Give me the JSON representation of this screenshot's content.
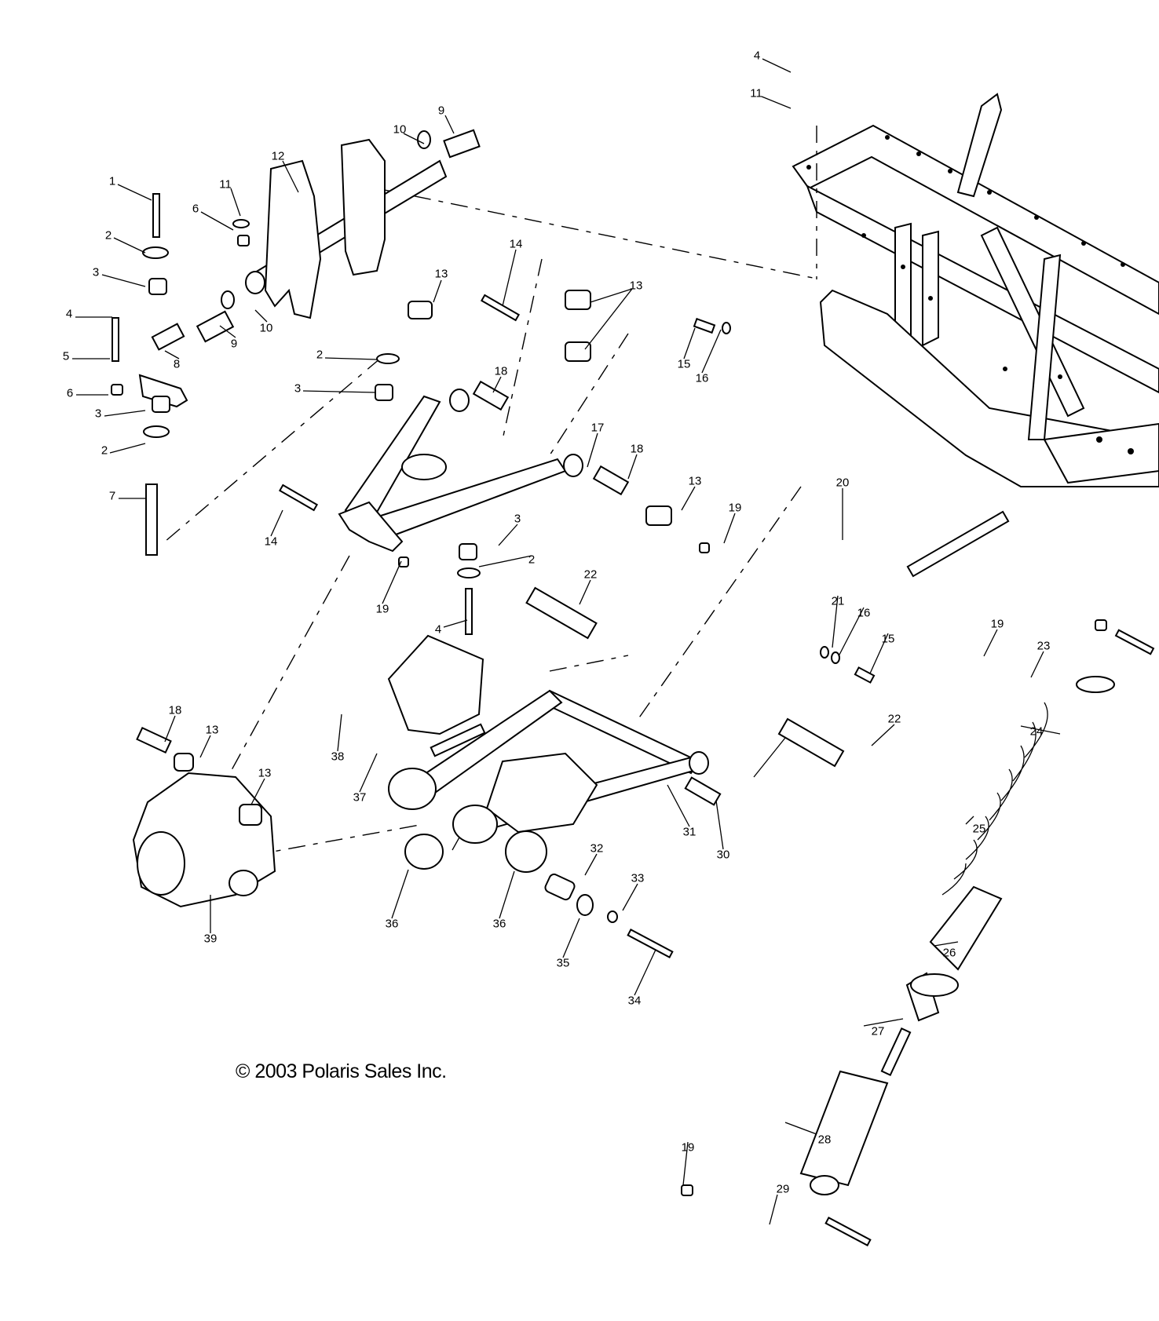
{
  "diagram": {
    "title": "Front Suspension Exploded View",
    "copyright": "© 2003 Polaris Sales Inc.",
    "background_color": "#ffffff",
    "line_color": "#000000"
  },
  "callouts": [
    {
      "id": "c1",
      "label": "1",
      "part": "bolt"
    },
    {
      "id": "c2a",
      "label": "2",
      "part": "washer"
    },
    {
      "id": "c3a",
      "label": "3",
      "part": "bushing"
    },
    {
      "id": "c4a",
      "label": "4",
      "part": "bolt"
    },
    {
      "id": "c5",
      "label": "5",
      "part": "bracket"
    },
    {
      "id": "c6a",
      "label": "6",
      "part": "nut"
    },
    {
      "id": "c3b",
      "label": "3",
      "part": "bushing"
    },
    {
      "id": "c2b",
      "label": "2",
      "part": "washer"
    },
    {
      "id": "c7",
      "label": "7",
      "part": "sleeve"
    },
    {
      "id": "c8",
      "label": "8",
      "part": "pin"
    },
    {
      "id": "c9a",
      "label": "9",
      "part": "bushing"
    },
    {
      "id": "c10a",
      "label": "10",
      "part": "seal"
    },
    {
      "id": "c6b",
      "label": "6",
      "part": "nut"
    },
    {
      "id": "c11a",
      "label": "11",
      "part": "washer"
    },
    {
      "id": "c12",
      "label": "12",
      "part": "stabilizer bar assembly"
    },
    {
      "id": "c10b",
      "label": "10",
      "part": "seal"
    },
    {
      "id": "c9b",
      "label": "9",
      "part": "bushing"
    },
    {
      "id": "c13a",
      "label": "13",
      "part": "bushing"
    },
    {
      "id": "c14a",
      "label": "14",
      "part": "bolt"
    },
    {
      "id": "c13b",
      "label": "13",
      "part": "bushing"
    },
    {
      "id": "c2c",
      "label": "2",
      "part": "washer"
    },
    {
      "id": "c3c",
      "label": "3",
      "part": "bushing"
    },
    {
      "id": "c18a",
      "label": "18",
      "part": "sleeve"
    },
    {
      "id": "c17",
      "label": "17",
      "part": "upper A-arm"
    },
    {
      "id": "c18b",
      "label": "18",
      "part": "sleeve"
    },
    {
      "id": "c14b",
      "label": "14",
      "part": "bolt"
    },
    {
      "id": "c13c",
      "label": "13",
      "part": "bushing"
    },
    {
      "id": "c19a",
      "label": "19",
      "part": "nut"
    },
    {
      "id": "c3d",
      "label": "3",
      "part": "bushing"
    },
    {
      "id": "c2d",
      "label": "2",
      "part": "washer"
    },
    {
      "id": "c19b",
      "label": "19",
      "part": "nut"
    },
    {
      "id": "c4b",
      "label": "4",
      "part": "bolt"
    },
    {
      "id": "c22a",
      "label": "22",
      "part": "pivot tube"
    },
    {
      "id": "c15a",
      "label": "15",
      "part": "bolt"
    },
    {
      "id": "c16a",
      "label": "16",
      "part": "washer"
    },
    {
      "id": "c4c",
      "label": "4",
      "part": "bolt"
    },
    {
      "id": "c11b",
      "label": "11",
      "part": "washer"
    },
    {
      "id": "c20",
      "label": "20",
      "part": "bracket strip"
    },
    {
      "id": "c21",
      "label": "21",
      "part": "washer"
    },
    {
      "id": "c16b",
      "label": "16",
      "part": "washer"
    },
    {
      "id": "c15b",
      "label": "15",
      "part": "bolt"
    },
    {
      "id": "c19c",
      "label": "19",
      "part": "nut"
    },
    {
      "id": "c23",
      "label": "23",
      "part": "bolt"
    },
    {
      "id": "c24",
      "label": "24",
      "part": "spring retainer"
    },
    {
      "id": "c25",
      "label": "25",
      "part": "spring"
    },
    {
      "id": "c26",
      "label": "26",
      "part": "bump stop"
    },
    {
      "id": "c27",
      "label": "27",
      "part": "spring seat"
    },
    {
      "id": "c28",
      "label": "28",
      "part": "shock absorber"
    },
    {
      "id": "c29",
      "label": "29",
      "part": "bolt"
    },
    {
      "id": "c19d",
      "label": "19",
      "part": "nut"
    },
    {
      "id": "c18c",
      "label": "18",
      "part": "sleeve"
    },
    {
      "id": "c13d",
      "label": "13",
      "part": "bushing"
    },
    {
      "id": "c13e",
      "label": "13",
      "part": "bushing"
    },
    {
      "id": "c38",
      "label": "38",
      "part": "screw"
    },
    {
      "id": "c37",
      "label": "37",
      "part": "guard"
    },
    {
      "id": "c39",
      "label": "39",
      "part": "hub/knuckle"
    },
    {
      "id": "c36a",
      "label": "36",
      "part": "bushing"
    },
    {
      "id": "c36b",
      "label": "36",
      "part": "bushing"
    },
    {
      "id": "c32",
      "label": "32",
      "part": "sleeve"
    },
    {
      "id": "c33",
      "label": "33",
      "part": "nut"
    },
    {
      "id": "c35",
      "label": "35",
      "part": "washer"
    },
    {
      "id": "c34",
      "label": "34",
      "part": "bolt"
    },
    {
      "id": "c31",
      "label": "31",
      "part": "lower A-arm"
    },
    {
      "id": "c30",
      "label": "30",
      "part": "sleeve"
    },
    {
      "id": "c22b",
      "label": "22",
      "part": "pivot tube"
    }
  ]
}
